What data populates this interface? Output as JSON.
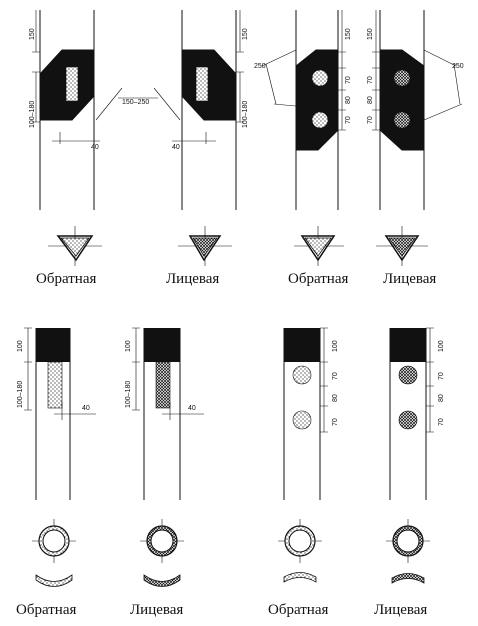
{
  "captions": {
    "top_1": "Обратная",
    "top_2": "Лицевая",
    "top_3": "Обратная",
    "top_4": "Лицевая",
    "bottom_1": "Обратная",
    "bottom_2": "Лицевая",
    "bottom_3": "Обратная",
    "bottom_4": "Лицевая"
  },
  "dimensions": {
    "d150": "150",
    "d100_180": "100–180",
    "d150_250": "150–250",
    "d40": "40",
    "d250": "250",
    "d70": "70",
    "d80": "80",
    "d100": "100"
  },
  "colors": {
    "ink": "#111111",
    "paper": "#ffffff"
  }
}
